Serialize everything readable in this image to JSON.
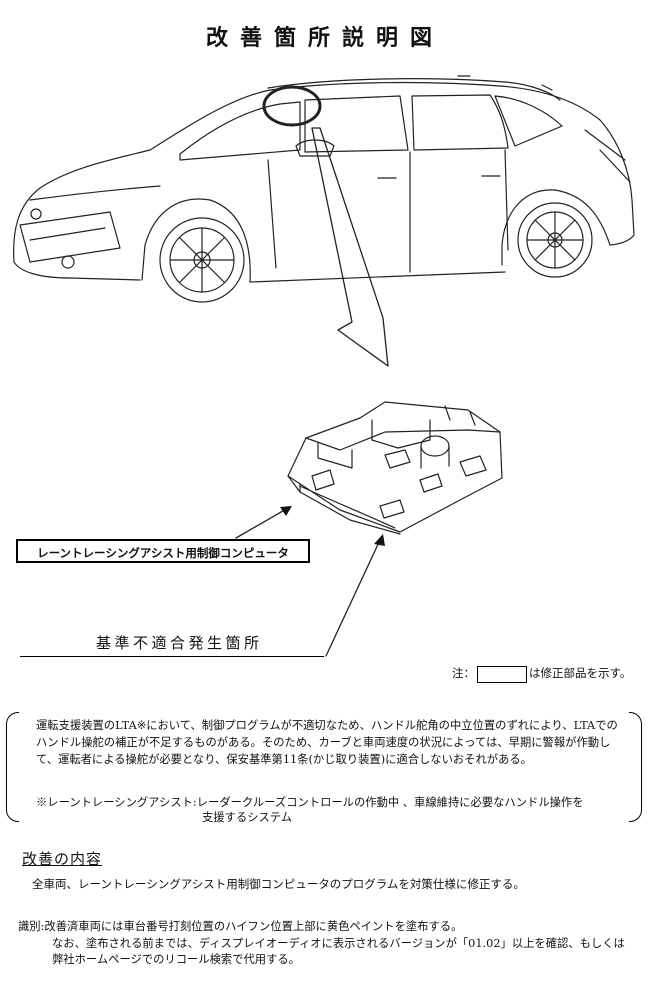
{
  "title": "改善箇所説明図",
  "labels": {
    "part": "レーントレーシングアシスト用制御コンピュータ",
    "defect_location": "基準不適合発生箇所"
  },
  "note": {
    "prefix": "注：",
    "suffix": "は修正部品を示す。"
  },
  "description": {
    "main": "運転支援装置のLTA※において、制御プログラムが不適切なため、ハンドル舵角の中立位置のずれにより、LTAでのハンドル操舵の補正が不足するものがある。そのため、カーブと車両速度の状況によっては、早期に警報が作動して、運転者による操舵が必要となり、保安基準第11条(かじ取り装置)に適合しないおそれがある。",
    "asterisk_line1": "※レーントレーシングアシスト:レーダークルーズコントロールの作動中 、車線維持に必要なハンドル操作を",
    "asterisk_line2": "支援するシステム"
  },
  "kaizen": {
    "heading": "改善の内容",
    "body": "全車両、レーントレーシングアシスト用制御コンピュータのプログラムを対策仕様に修正する。"
  },
  "identification": {
    "line1": "識別:改善済車両には車台番号打刻位置のハイフン位置上部に黄色ペイントを塗布する。",
    "line2": "なお、塗布される前までは、ディスプレイオーディオに表示されるバージョンが「01.02」以上を確認、もしくは弊社ホームページでのリコール検索で代用する。"
  }
}
